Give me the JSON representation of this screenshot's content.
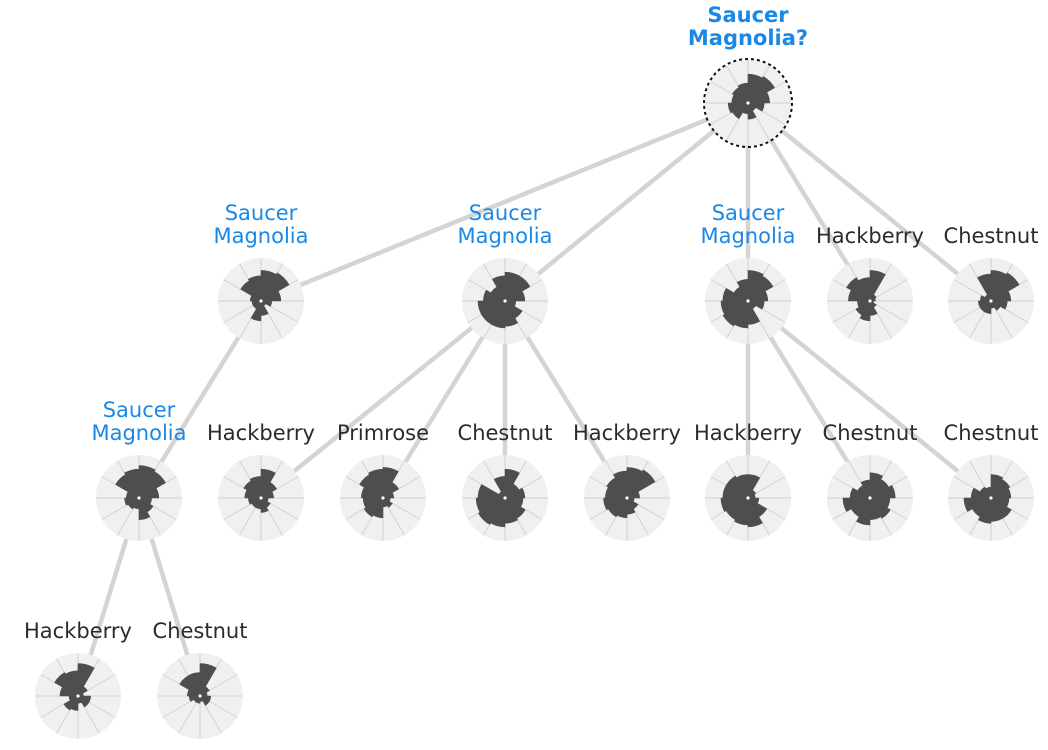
{
  "tree": {
    "nodes": [
      {
        "id": "root",
        "label": "Saucer Magnolia?",
        "lines": [
          "Saucer",
          "Magnolia?"
        ],
        "positive": true,
        "root": true,
        "values": [
          0.8,
          0.85,
          0.6,
          0.45,
          0.25,
          0.45,
          0.3,
          0.5,
          0.55,
          0.45,
          0.5,
          0.55
        ]
      },
      {
        "id": "n1",
        "label": "Saucer Magnolia",
        "lines": [
          "Saucer",
          "Magnolia"
        ],
        "positive": true,
        "values": [
          0.85,
          0.9,
          0.55,
          0.3,
          0.15,
          0.4,
          0.55,
          0.25,
          0.25,
          0.3,
          0.65,
          0.7
        ]
      },
      {
        "id": "n2",
        "label": "Saucer Magnolia",
        "lines": [
          "Saucer",
          "Magnolia"
        ],
        "positive": true,
        "values": [
          0.8,
          0.8,
          0.55,
          0.3,
          0.55,
          0.7,
          0.75,
          0.75,
          0.75,
          0.6,
          0.45,
          0.7
        ]
      },
      {
        "id": "n3",
        "label": "Saucer Magnolia",
        "lines": [
          "Saucer",
          "Magnolia"
        ],
        "positive": true,
        "values": [
          0.85,
          0.8,
          0.55,
          0.45,
          0.25,
          0.65,
          0.75,
          0.8,
          0.75,
          0.7,
          0.45,
          0.6
        ]
      },
      {
        "id": "n4",
        "label": "Hackberry",
        "lines": [
          "Hackberry"
        ],
        "positive": false,
        "values": [
          0.85,
          0.2,
          0.15,
          0.1,
          0.2,
          0.4,
          0.55,
          0.45,
          0.35,
          0.6,
          0.75,
          0.65
        ]
      },
      {
        "id": "n5",
        "label": "Chestnut",
        "lines": [
          "Chestnut"
        ],
        "positive": false,
        "values": [
          0.85,
          0.9,
          0.55,
          0.45,
          0.3,
          0.2,
          0.35,
          0.35,
          0.35,
          0.3,
          0.2,
          0.75
        ]
      },
      {
        "id": "n6",
        "label": "Saucer Magnolia",
        "lines": [
          "Saucer",
          "Magnolia"
        ],
        "positive": true,
        "values": [
          0.9,
          0.85,
          0.55,
          0.35,
          0.45,
          0.6,
          0.3,
          0.35,
          0.4,
          0.35,
          0.75,
          0.8
        ]
      },
      {
        "id": "n7",
        "label": "Hackberry",
        "lines": [
          "Hackberry"
        ],
        "positive": false,
        "values": [
          0.8,
          0.5,
          0.35,
          0.2,
          0.3,
          0.4,
          0.3,
          0.3,
          0.35,
          0.45,
          0.55,
          0.6
        ]
      },
      {
        "id": "n8",
        "label": "Primrose",
        "lines": [
          "Primrose"
        ],
        "positive": false,
        "values": [
          0.85,
          0.5,
          0.3,
          0.2,
          0.3,
          0.25,
          0.55,
          0.6,
          0.55,
          0.6,
          0.75,
          0.8
        ]
      },
      {
        "id": "n9",
        "label": "Chestnut",
        "lines": [
          "Chestnut"
        ],
        "positive": false,
        "values": [
          0.8,
          0.45,
          0.55,
          0.5,
          0.65,
          0.7,
          0.8,
          0.85,
          0.8,
          0.75,
          0.2,
          0.6
        ]
      },
      {
        "id": "n10",
        "label": "Hackberry",
        "lines": [
          "Hackberry"
        ],
        "positive": false,
        "values": [
          0.85,
          0.9,
          0.35,
          0.2,
          0.35,
          0.45,
          0.55,
          0.6,
          0.65,
          0.6,
          0.65,
          0.75
        ]
      },
      {
        "id": "n11",
        "label": "Hackberry",
        "lines": [
          "Hackberry"
        ],
        "positive": false,
        "values": [
          0.65,
          0.25,
          0.2,
          0.3,
          0.6,
          0.8,
          0.75,
          0.7,
          0.75,
          0.7,
          0.7,
          0.65
        ]
      },
      {
        "id": "n12",
        "label": "Chestnut",
        "lines": [
          "Chestnut"
        ],
        "positive": false,
        "values": [
          0.7,
          0.6,
          0.7,
          0.55,
          0.65,
          0.6,
          0.75,
          0.6,
          0.75,
          0.55,
          0.4,
          0.5
        ]
      },
      {
        "id": "n13",
        "label": "Chestnut",
        "lines": [
          "Chestnut"
        ],
        "positive": false,
        "values": [
          0.65,
          0.6,
          0.55,
          0.5,
          0.65,
          0.65,
          0.7,
          0.6,
          0.75,
          0.55,
          0.35,
          0.3
        ]
      },
      {
        "id": "n14",
        "label": "Hackberry",
        "lines": [
          "Hackberry"
        ],
        "positive": false,
        "values": [
          0.9,
          0.3,
          0.15,
          0.35,
          0.35,
          0.2,
          0.4,
          0.45,
          0.25,
          0.5,
          0.75,
          0.7
        ]
      },
      {
        "id": "n15",
        "label": "Chestnut",
        "lines": [
          "Chestnut"
        ],
        "positive": false,
        "values": [
          0.9,
          0.3,
          0.2,
          0.3,
          0.3,
          0.15,
          0.2,
          0.2,
          0.3,
          0.35,
          0.65,
          0.65
        ]
      }
    ],
    "edges": [
      [
        "root",
        "n1"
      ],
      [
        "root",
        "n2"
      ],
      [
        "root",
        "n3"
      ],
      [
        "root",
        "n4"
      ],
      [
        "root",
        "n5"
      ],
      [
        "n1",
        "n6"
      ],
      [
        "n2",
        "n7"
      ],
      [
        "n2",
        "n8"
      ],
      [
        "n2",
        "n9"
      ],
      [
        "n2",
        "n10"
      ],
      [
        "n3",
        "n11"
      ],
      [
        "n3",
        "n12"
      ],
      [
        "n3",
        "n13"
      ],
      [
        "n6",
        "n14"
      ],
      [
        "n6",
        "n15"
      ]
    ]
  },
  "colors": {
    "positive_label": "#1a88e6",
    "label": "#2b2b2b",
    "edge": "#d4d4d4",
    "glyph_background": "#f0f0f0",
    "petal": "#4e4e4e"
  }
}
